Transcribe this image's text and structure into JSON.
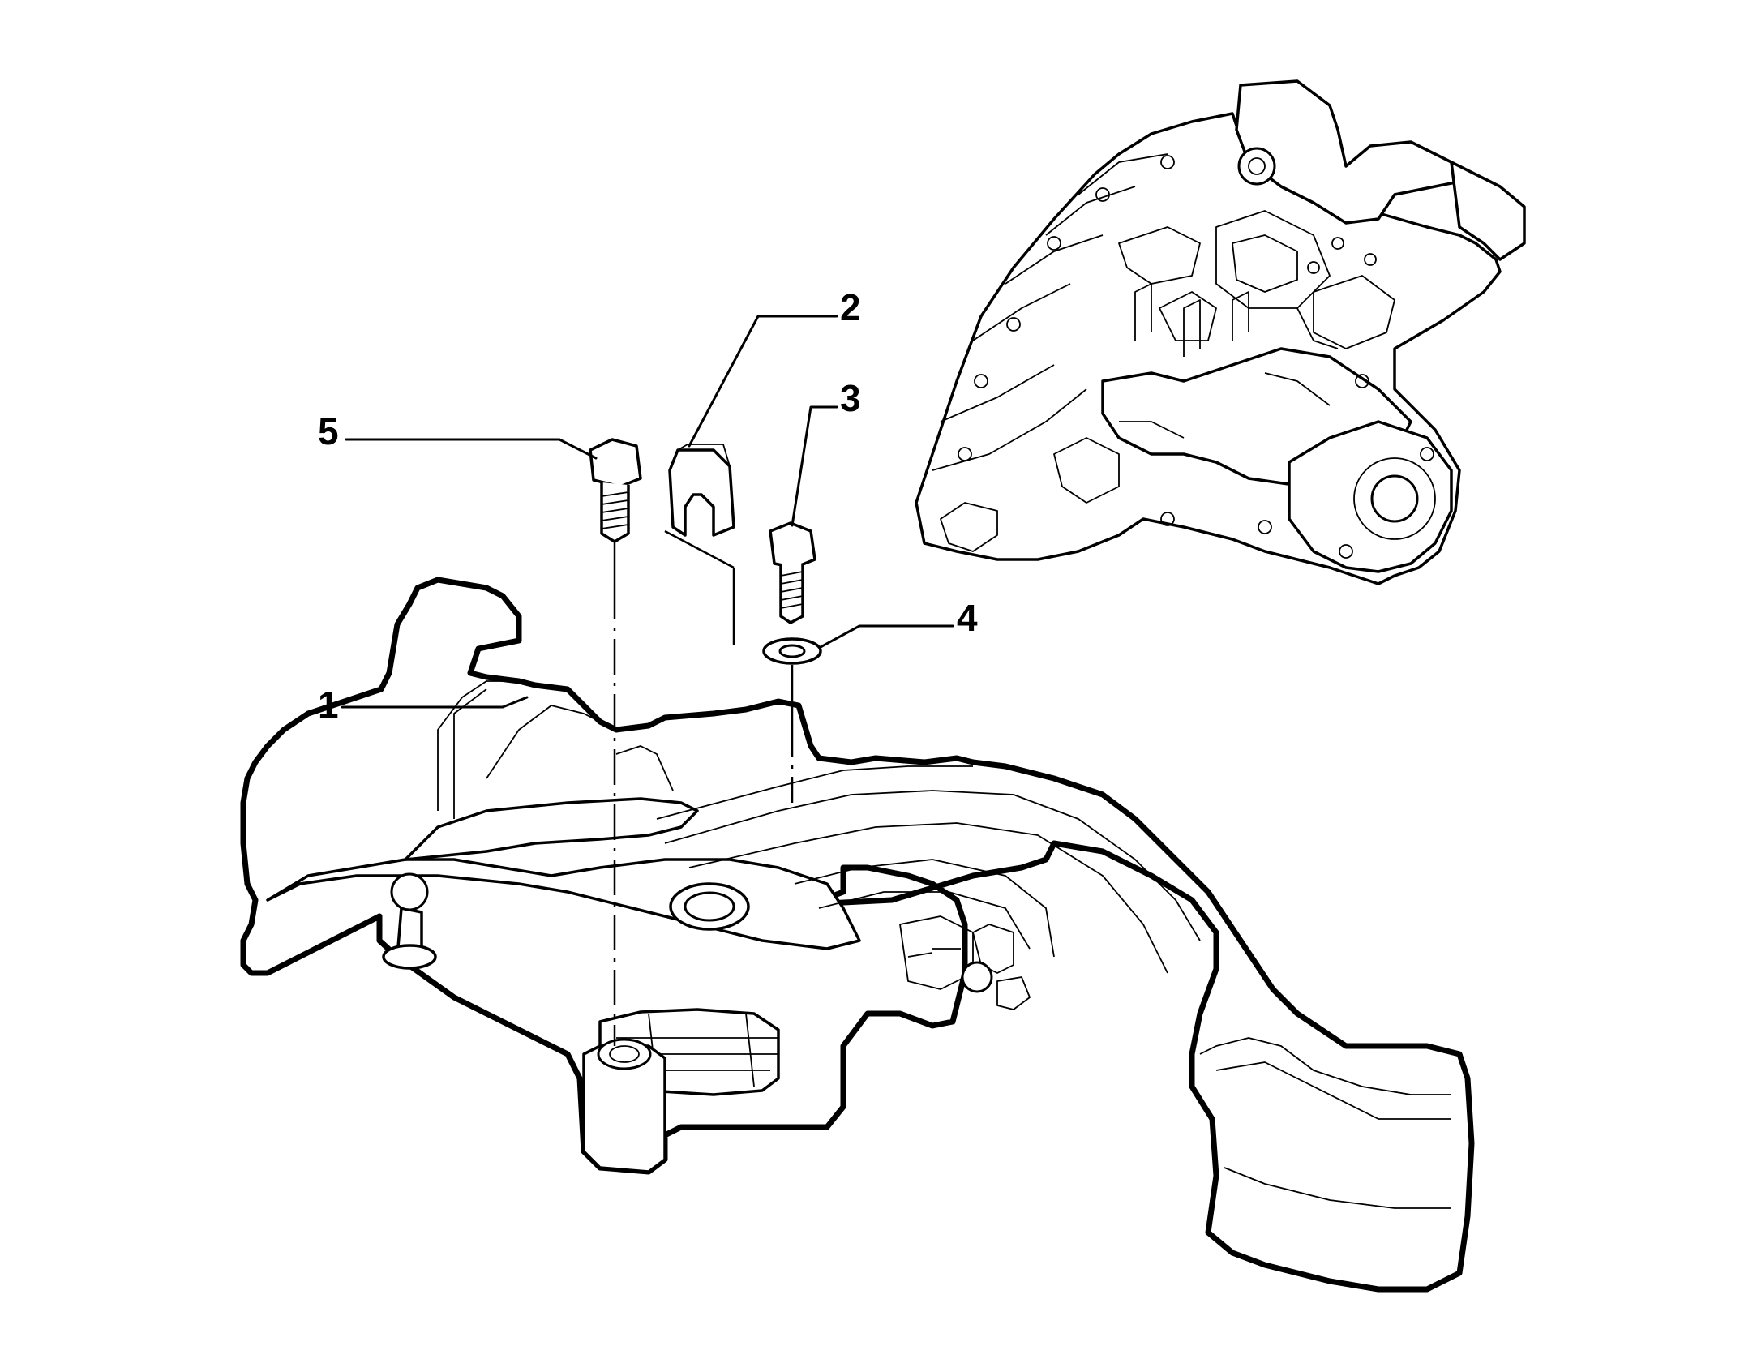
{
  "callouts": [
    {
      "id": "1",
      "label": "1"
    },
    {
      "id": "2",
      "label": "2"
    },
    {
      "id": "3",
      "label": "3"
    },
    {
      "id": "4",
      "label": "4"
    },
    {
      "id": "5",
      "label": "5"
    }
  ],
  "colors": {
    "line": "#000000",
    "background": "#ffffff"
  }
}
